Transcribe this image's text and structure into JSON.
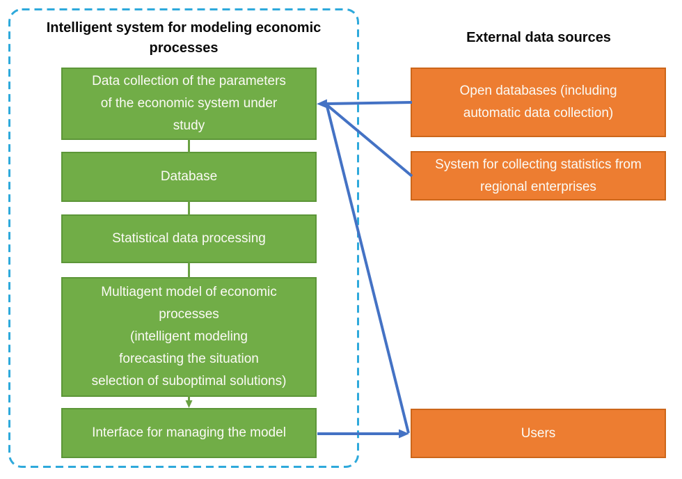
{
  "colors": {
    "green_fill": "#71AD47",
    "green_border": "#5C9638",
    "green_link": "#6AA143",
    "orange_fill": "#ED7D31",
    "orange_border": "#CC661A",
    "arrow_blue": "#4472C4",
    "dashed_border": "#2EA9DB",
    "text_white": "#FBFAF5",
    "title_black": "#0A0A0A"
  },
  "left_panel": {
    "title": "Intelligent system for modeling economic\nprocesses",
    "boxes": [
      {
        "id": "data-collection",
        "label": "Data collection of the parameters\nof the economic system under\nstudy"
      },
      {
        "id": "database",
        "label": "Database"
      },
      {
        "id": "statistical-processing",
        "label": "Statistical data processing"
      },
      {
        "id": "multiagent-model",
        "label": "Multiagent model of economic\nprocesses\n(intelligent modeling\nforecasting the situation\nselection of suboptimal solutions)"
      },
      {
        "id": "interface",
        "label": "Interface for managing the model"
      }
    ]
  },
  "right_panel": {
    "title": "External data sources",
    "boxes": [
      {
        "id": "open-databases",
        "label": "Open databases (including\nautomatic data collection)"
      },
      {
        "id": "statistics-system",
        "label": "System for collecting statistics from\nregional enterprises"
      },
      {
        "id": "users",
        "label": "Users"
      }
    ]
  },
  "edges": [
    {
      "from": "open-databases",
      "to": "data-collection",
      "color": "#4472C4"
    },
    {
      "from": "statistics-system",
      "to": "data-collection",
      "color": "#4472C4"
    },
    {
      "from": "users",
      "to": "data-collection",
      "color": "#4472C4"
    },
    {
      "from": "interface",
      "to": "users",
      "color": "#4472C4"
    },
    {
      "from": "data-collection",
      "to": "database",
      "color": "#6AA143"
    },
    {
      "from": "database",
      "to": "statistical-processing",
      "color": "#6AA143"
    },
    {
      "from": "statistical-processing",
      "to": "multiagent-model",
      "color": "#6AA143"
    },
    {
      "from": "multiagent-model",
      "to": "interface",
      "color": "#6AA143"
    }
  ]
}
